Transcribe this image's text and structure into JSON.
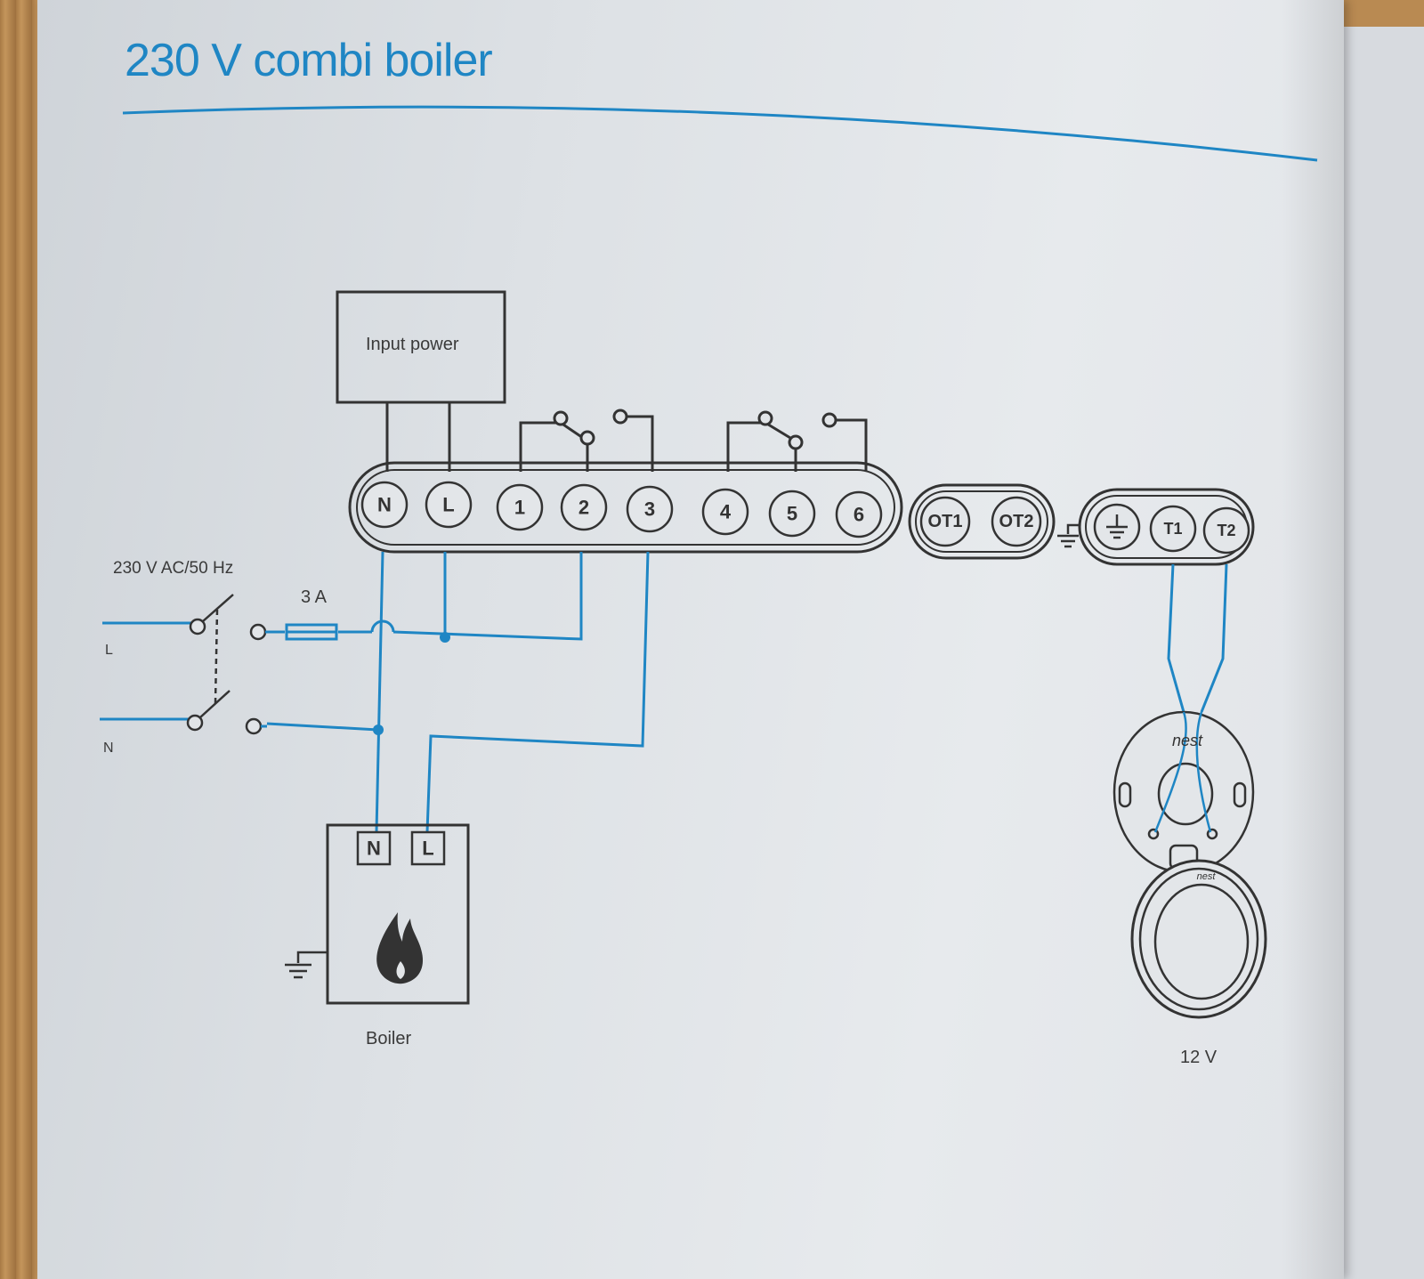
{
  "title": "230 V combi boiler",
  "input_power_label": "Input power",
  "supply_label": "230 V AC/50 Hz",
  "fuse_label": "3 A",
  "live_label": "L",
  "neutral_label": "N",
  "boiler_label": "Boiler",
  "boiler_terminals": [
    "N",
    "L"
  ],
  "heatlink_terminals": [
    "N",
    "L",
    "1",
    "2",
    "3",
    "4",
    "5",
    "6"
  ],
  "opentherm_terminals": [
    "OT1",
    "OT2"
  ],
  "thermostat_terminals": [
    "T1",
    "T2"
  ],
  "thermostat_brand": "nest",
  "thermostat_voltage": "12 V",
  "colors": {
    "wire": "#1f86c4",
    "line": "#333333",
    "title": "#1f86c4"
  }
}
